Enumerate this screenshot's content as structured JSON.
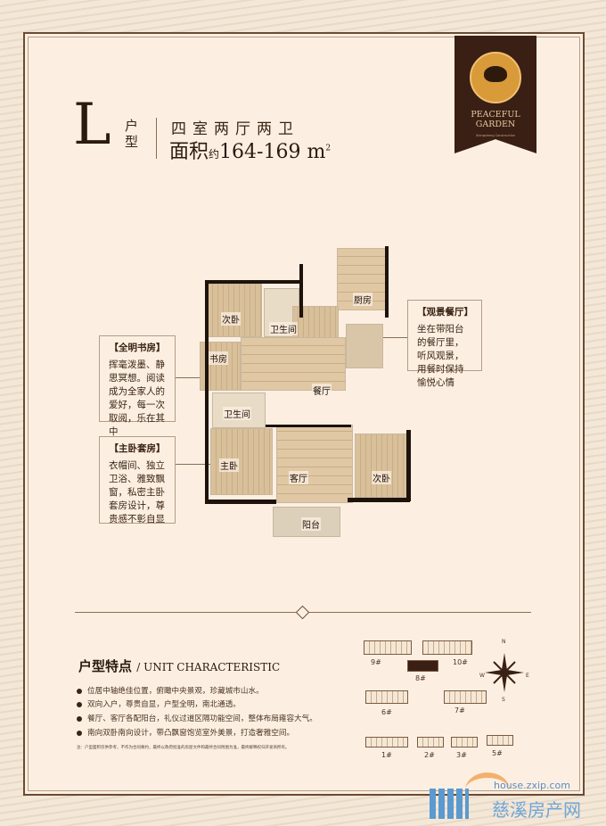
{
  "header": {
    "unit_letter": "L",
    "unit_suffix": "户型",
    "layout": "四室两厅两卫",
    "area_label": "面积",
    "area_approx": "约",
    "area_value": "164-169",
    "area_unit": "m",
    "area_unit_sup": "2"
  },
  "logo": {
    "name_line1": "PEACEFUL",
    "name_line2": "GARDEN",
    "subtitle": "Xiangsheng Construction"
  },
  "callouts": [
    {
      "title": "【全明书房】",
      "text": "挥毫泼墨、静思冥想。阅读成为全家人的爱好，每一次取阅，乐在其中"
    },
    {
      "title": "【主卧套房】",
      "text": "衣帽间、独立卫浴、雅致飘窗，私密主卧套房设计，尊贵感不彰自显"
    },
    {
      "title": "【观景餐厅】",
      "text": "坐在带阳台的餐厅里，听风观景，用餐时保持愉悦心情"
    }
  ],
  "rooms": [
    "次卧",
    "卫生间",
    "厨房",
    "餐厅",
    "书房",
    "卫生间",
    "主卧",
    "客厅",
    "次卧",
    "阳台"
  ],
  "features": {
    "title": "户型特点",
    "title_en": "/ UNIT CHARACTERISTIC",
    "items": [
      "位居中轴绝佳位置，俯瞰中央景观，珍藏城市山水。",
      "双向入户，尊贵自显，户型全明，南北通透。",
      "餐厅、客厅各配阳台，礼仪过道区隔功能空间，整体布局雍容大气。",
      "南向双卧南向设计，带凸飘窗饱览室外美景，打造奢雅空间。"
    ],
    "note": "注：户型面积仅供参考，不作为合同要约，最终以政府批准的房屋文件和最终合同附图为准，最终解释权归开发商所有。"
  },
  "siteplan": {
    "buildings": [
      "9#",
      "10#",
      "8#",
      "6#",
      "7#",
      "1#",
      "2#",
      "3#",
      "5#"
    ],
    "highlighted": "8#",
    "compass": {
      "n": "N",
      "s": "S",
      "e": "E",
      "w": "W"
    }
  },
  "watermark": {
    "url": "house.zxip.com",
    "name": "慈溪房产网"
  },
  "colors": {
    "brand": "#3a1f14",
    "gold": "#d99a3a",
    "text": "#3a2414",
    "panel": "#fcefe2"
  }
}
